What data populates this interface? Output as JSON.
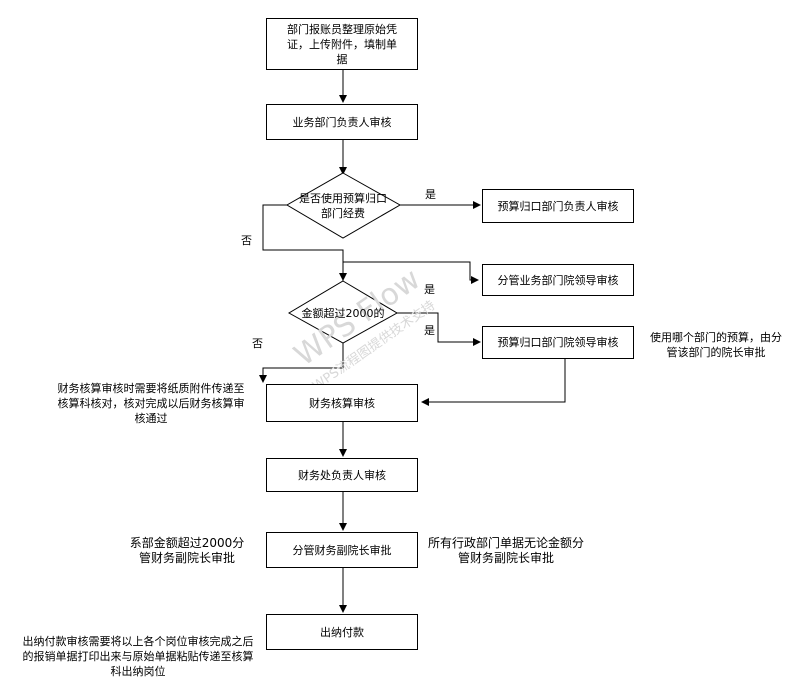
{
  "nodes": {
    "start": "部门报账员整理原始凭证，上传附件，填制单据",
    "dept_head": "业务部门负责人审核",
    "decision_budget": "是否使用预算归口部门经费",
    "budget_head": "预算归口部门负责人审核",
    "decision_amount": "金额超过2000的",
    "biz_leader": "分管业务部门院领导审核",
    "budget_leader": "预算归口部门院领导审核",
    "finance_check": "财务核算审核",
    "finance_head": "财务处负责人审核",
    "vice_president": "分管财务副院长审批",
    "cashier": "出纳付款"
  },
  "edge_labels": {
    "yes1": "是",
    "no1": "否",
    "yes2": "是",
    "yes3": "是",
    "no2": "否"
  },
  "notes": {
    "budget_leader_note": "使用哪个部门的预算，由分管该部门的院长审批",
    "finance_check_note": "财务核算审核时需要将纸质附件传递至核算科核对，核对完成以后财务核算审核通过",
    "vp_left_note": "系部金额超过2000分管财务副院长审批",
    "vp_right_note": "所有行政部门单据无论金额分管财务副院长审批",
    "cashier_note": "出纳付款审核需要将以上各个岗位审核完成之后的报销单据打印出来与原始单据粘贴传递至核算科出纳岗位"
  },
  "watermark": {
    "line1": "WPS Flow",
    "line2": "WPS流程图提供技术支持"
  }
}
